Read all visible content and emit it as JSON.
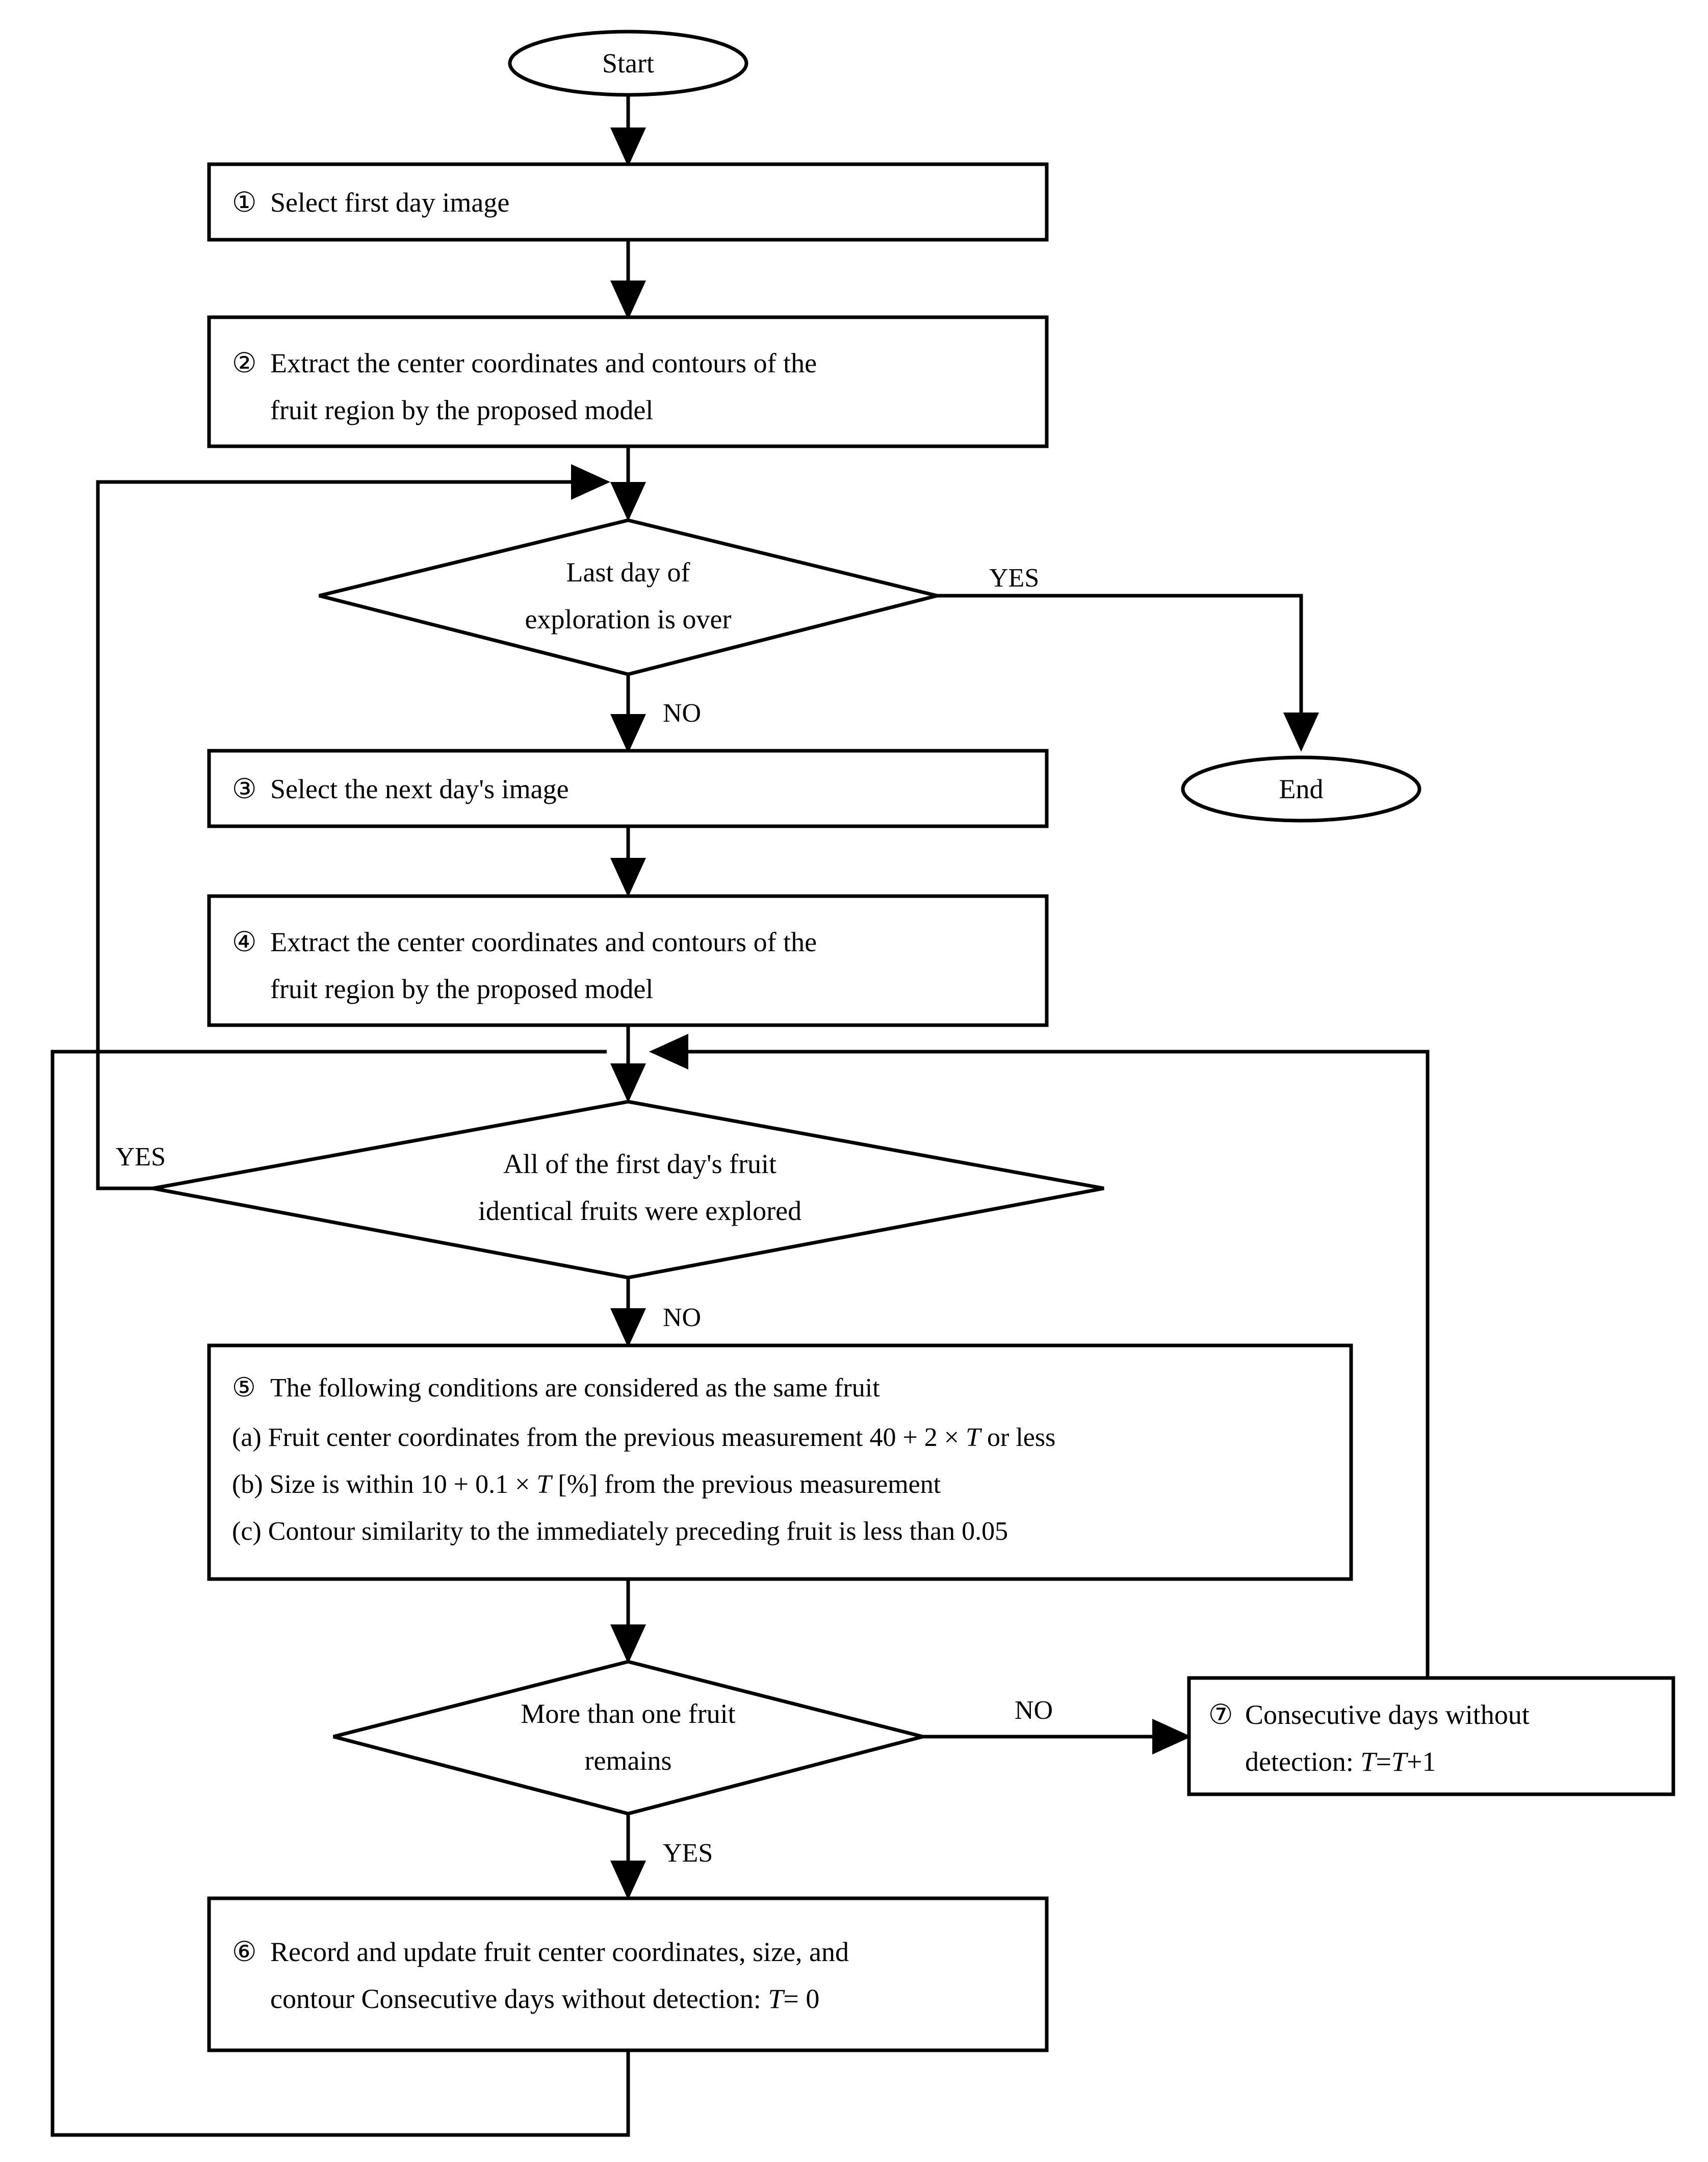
{
  "diagram": {
    "type": "flowchart",
    "title": "Fruit tracking across days flowchart",
    "orientation": "top-to-bottom"
  },
  "nodes": {
    "start": {
      "shape": "terminator",
      "label": "Start"
    },
    "end": {
      "shape": "terminator",
      "label": "End"
    },
    "step1": {
      "shape": "process",
      "marker": "①",
      "line1": "Select first day image"
    },
    "step2": {
      "shape": "process",
      "marker": "②",
      "line1": "Extract the center coordinates and contours of the",
      "line2": "fruit region by the proposed model"
    },
    "decision1": {
      "shape": "decision",
      "line1": "Last day of",
      "line2": "exploration is over",
      "yes_label": "YES",
      "no_label": "NO"
    },
    "step3": {
      "shape": "process",
      "marker": "③",
      "line1": "Select the next day's image"
    },
    "step4": {
      "shape": "process",
      "marker": "④",
      "line1": "Extract the center coordinates and contours of the",
      "line2": "fruit region by the proposed model"
    },
    "decision2": {
      "shape": "decision",
      "line1": "All of the first day's fruit",
      "line2": "identical fruits were explored",
      "yes_label": "YES",
      "no_label": "NO"
    },
    "step5": {
      "shape": "process",
      "marker": "⑤",
      "line1": "The following conditions are considered as the same fruit",
      "cond_a_prefix": "(a) Fruit center coordinates from the previous measurement 40 + 2 × ",
      "cond_a_var": "T",
      "cond_a_suffix": " or less",
      "cond_b_prefix": "(b) Size is within 10 + 0.1 × ",
      "cond_b_var": "T",
      "cond_b_suffix": " [%] from the previous measurement",
      "cond_c": "(c) Contour similarity to the immediately preceding fruit is less than 0.05"
    },
    "decision3": {
      "shape": "decision",
      "line1": "More than one fruit",
      "line2": "remains",
      "yes_label": "YES",
      "no_label": "NO"
    },
    "step6": {
      "shape": "process",
      "marker": "⑥",
      "line1": "Record and update fruit center coordinates, size, and",
      "line2_prefix": "contour Consecutive days without detection: ",
      "line2_var": "T",
      "line2_suffix": "= 0"
    },
    "step7": {
      "shape": "process",
      "marker": "⑦",
      "line1": "Consecutive days without",
      "line2_prefix": "detection: ",
      "line2_var1": "T",
      "line2_mid": "=",
      "line2_var2": "T",
      "line2_suffix": "+1"
    }
  },
  "colors": {
    "stroke": "#000000",
    "fill": "#ffffff",
    "text": "#000000"
  }
}
